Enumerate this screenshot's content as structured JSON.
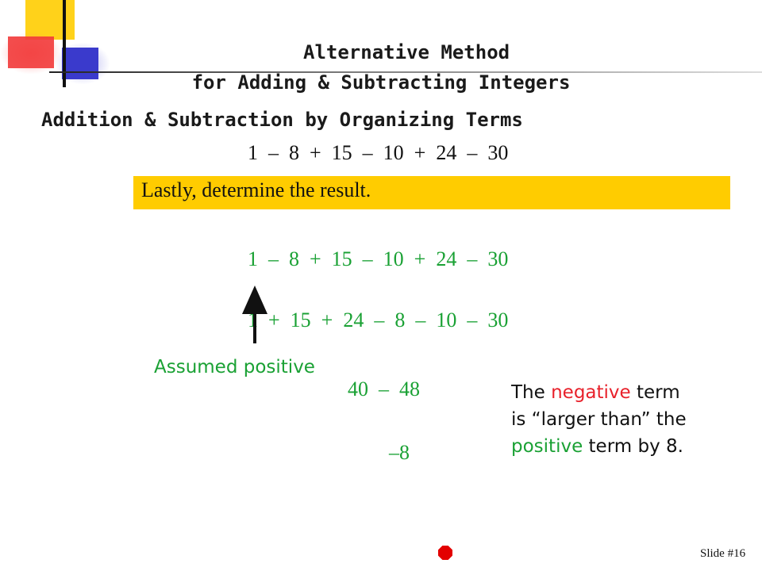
{
  "slide": {
    "title_line1": "Alternative Method",
    "title_line2": "for Adding & Subtracting Integers",
    "subtitle": "Addition & Subtraction by Organizing Terms",
    "expression_top": "1  –  8  +  15  –  10  +  24  –  30",
    "banner_text": "Lastly, determine the result.",
    "expression_green": "1  –  8  +  15  –  10  +  24  –  30",
    "expression_grouped": "1  +  15  +  24  –  8  –  10  –  30",
    "assumed_label": "Assumed positive",
    "partial_result": "40  –  48",
    "final_result": "–8",
    "note": {
      "part1": "The ",
      "negative_word": "negative",
      "part2": " term",
      "line2": "is “larger than” the",
      "positive_word": "positive",
      "part3": " term by 8."
    },
    "slide_number": "Slide #16"
  },
  "colors": {
    "banner": "#ffcc00",
    "positive_green": "#1aa134",
    "negative_red": "#e8212b",
    "logo_yellow": "#ffd21a",
    "logo_red": "#f23a3a",
    "logo_blue": "#3a3acc"
  }
}
